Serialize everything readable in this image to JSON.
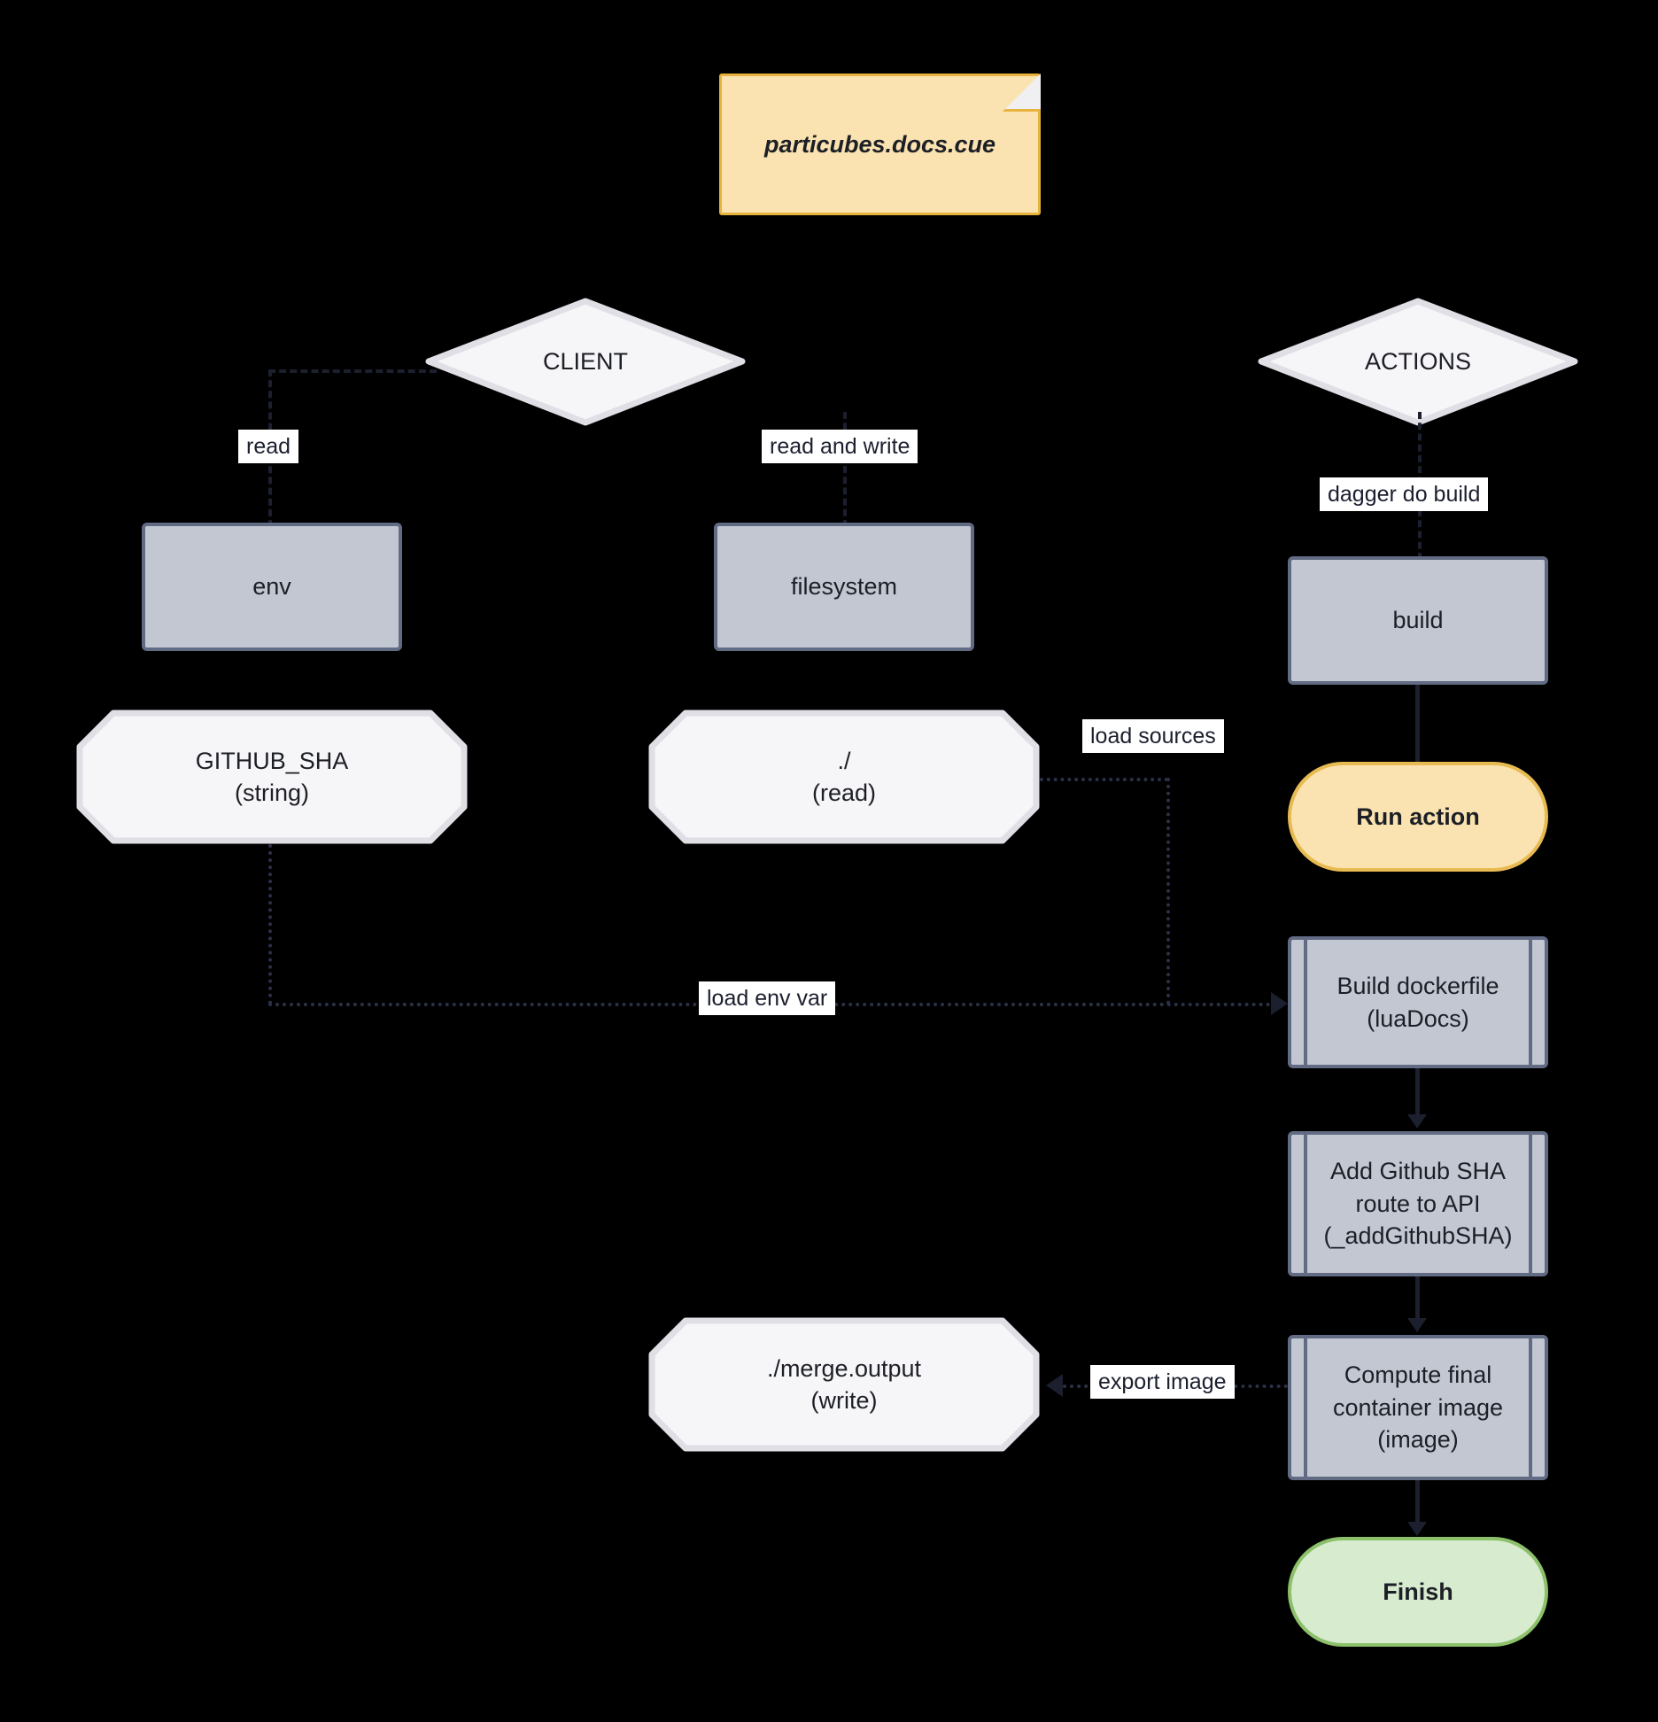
{
  "diagram": {
    "type": "flowchart",
    "background": "#000000",
    "palette": {
      "note_fill": "#fae3b0",
      "note_stroke": "#e8b33c",
      "process_fill": "#c2c7d2",
      "process_stroke": "#626b84",
      "io_fill": "#f6f6f8",
      "io_stroke": "#dfdfe5",
      "accent_amber_fill": "#fae3b0",
      "accent_amber_stroke": "#e8bb52",
      "accent_green_fill": "#d7ebcf",
      "accent_green_stroke": "#8cc06a",
      "edge_color": "#1b1f2e",
      "label_bg": "#ffffff"
    }
  },
  "nodes": {
    "file_note": {
      "label": "particubes.docs.cue",
      "shape": "note"
    },
    "client": {
      "label": "CLIENT",
      "shape": "diamond"
    },
    "actions": {
      "label": "ACTIONS",
      "shape": "diamond"
    },
    "env": {
      "label": "env",
      "shape": "process"
    },
    "filesystem": {
      "label": "filesystem",
      "shape": "process"
    },
    "build": {
      "label": "build",
      "shape": "process"
    },
    "github_sha": {
      "label": "GITHUB_SHA\n(string)",
      "shape": "octagon"
    },
    "dot_read": {
      "label": "./\n(read)",
      "shape": "octagon"
    },
    "merge_output": {
      "label": "./merge.output\n(write)",
      "shape": "octagon"
    },
    "run_action": {
      "label": "Run action",
      "shape": "stadium-amber"
    },
    "build_dockerfile": {
      "label": "Build dockerfile\n(luaDocs)",
      "shape": "subroutine"
    },
    "add_github_sha": {
      "label": "Add Github SHA\nroute to API\n(_addGithubSHA)",
      "shape": "subroutine"
    },
    "compute_image": {
      "label": "Compute final\ncontainer image\n(image)",
      "shape": "subroutine"
    },
    "finish": {
      "label": "Finish",
      "shape": "stadium-green"
    }
  },
  "edges": {
    "client_to_env": {
      "label": "read",
      "style": "dashed"
    },
    "client_to_filesystem": {
      "label": "read and write",
      "style": "dashed"
    },
    "actions_to_build": {
      "label": "dagger do build",
      "style": "dashed"
    },
    "dotread_to_builddockerfile": {
      "label": "load sources",
      "style": "dotted"
    },
    "githubsha_to_builddockerfile": {
      "label": "load env var",
      "style": "dotted"
    },
    "compute_to_merge": {
      "label": "export image",
      "style": "dotted"
    }
  }
}
